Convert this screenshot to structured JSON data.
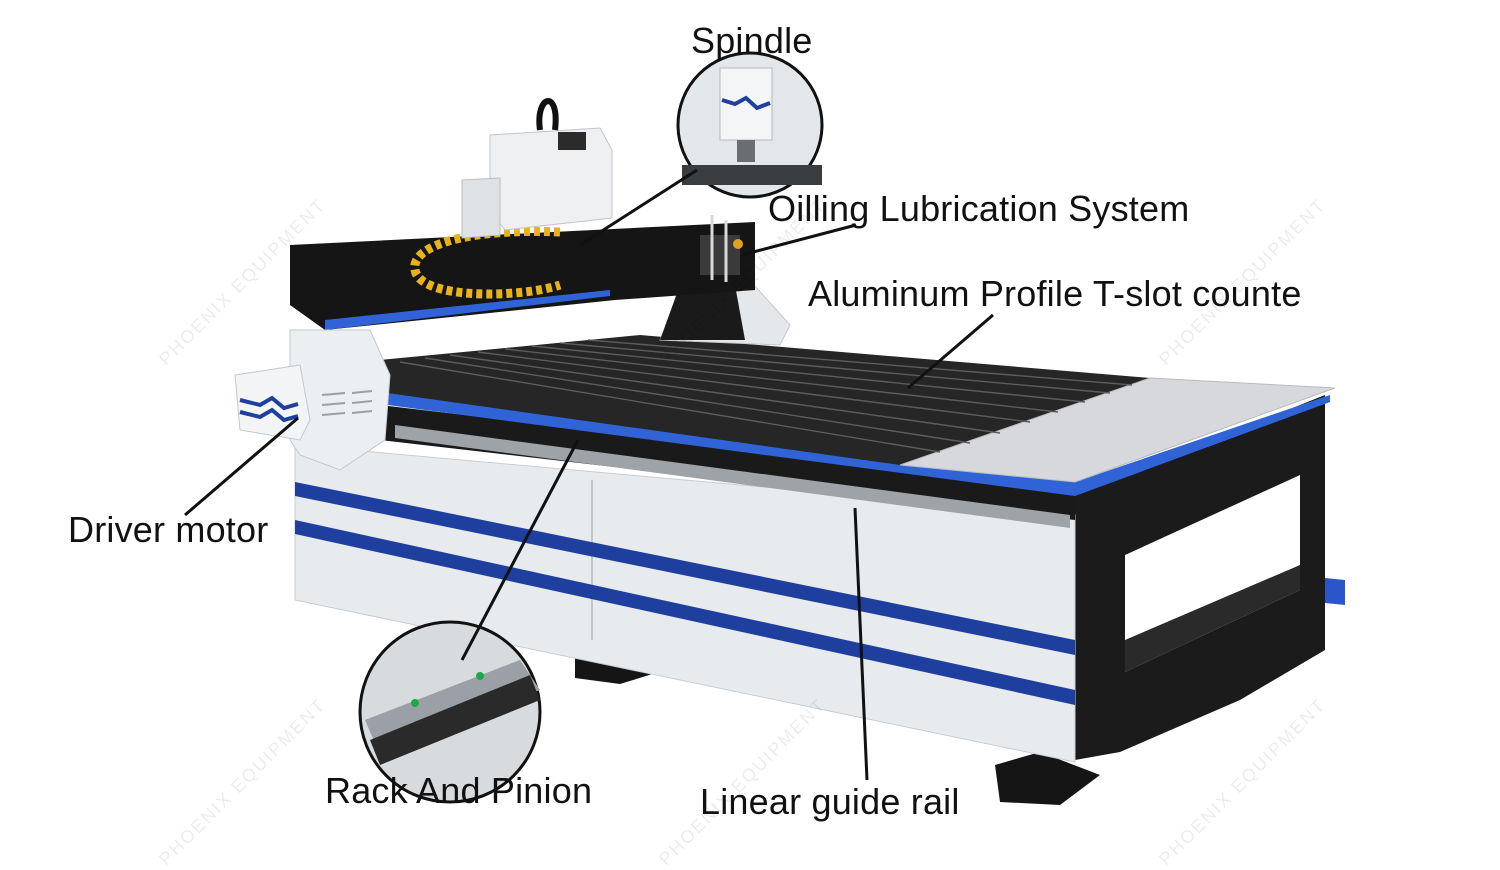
{
  "labels": {
    "spindle": "Spindle",
    "oiling": "Oilling Lubrication System",
    "profile": "Aluminum Profile T-slot counte",
    "driver": "Driver motor",
    "rack": "Rack And Pinion",
    "rail": "Linear guide rail"
  },
  "watermark": "PHOENIX EQUIPMENT",
  "colors": {
    "frame": "#1c1c1c",
    "panel": "#e9ecef",
    "stripe": "#1f3f9e",
    "table": "#2a2a2a",
    "plate": "#cfd2d5"
  }
}
